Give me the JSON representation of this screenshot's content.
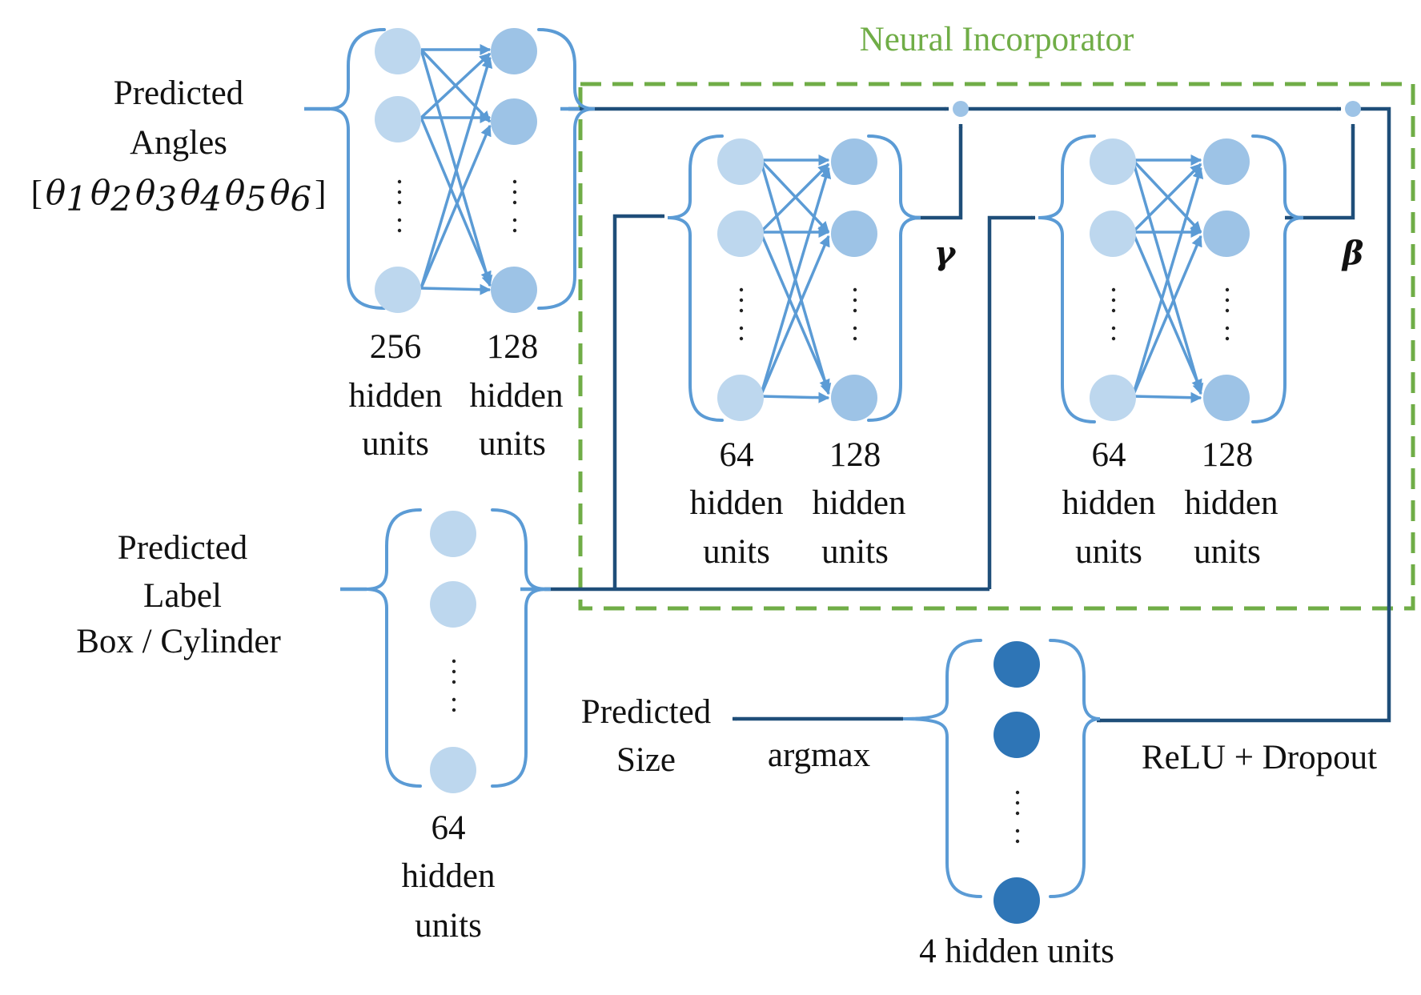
{
  "title": "Neural Incorporator",
  "inputs": {
    "angles": {
      "line1": "Predicted",
      "line2": "Angles",
      "vector_open": "[",
      "vector_close": "]",
      "symbols": [
        "θ",
        "θ",
        "θ",
        "θ",
        "θ",
        "θ"
      ],
      "subscripts": [
        "1",
        "2",
        "3",
        "4",
        "5",
        "6"
      ]
    },
    "label": {
      "line1": "Predicted",
      "line2": "Label",
      "line3": "Box / Cylinder"
    }
  },
  "layers": {
    "angle_mlp": {
      "a": {
        "count": "256",
        "line2": "hidden",
        "line3": "units"
      },
      "b": {
        "count": "128",
        "line2": "hidden",
        "line3": "units"
      }
    },
    "label_embed": {
      "count": "64",
      "line2": "hidden",
      "line3": "units"
    },
    "gamma_mlp": {
      "a": {
        "count": "64",
        "line2": "hidden",
        "line3": "units"
      },
      "b": {
        "count": "128",
        "line2": "hidden",
        "line3": "units"
      }
    },
    "beta_mlp": {
      "a": {
        "count": "64",
        "line2": "hidden",
        "line3": "units"
      },
      "b": {
        "count": "128",
        "line2": "hidden",
        "line3": "units"
      }
    },
    "output": {
      "text": "4 hidden units"
    }
  },
  "symbols": {
    "gamma": "γ",
    "beta": "β"
  },
  "operations": {
    "activation": "ReLU + Dropout",
    "argmax": "argmax"
  },
  "output_label": {
    "line1": "Predicted",
    "line2": "Size"
  },
  "colors": {
    "node_light": "#bdd7ee",
    "node_mid": "#9dc3e6",
    "node_dark": "#2e75b6",
    "edge": "#5b9bd5",
    "flow": "#1f4e79",
    "incorporator": "#70ad47"
  }
}
